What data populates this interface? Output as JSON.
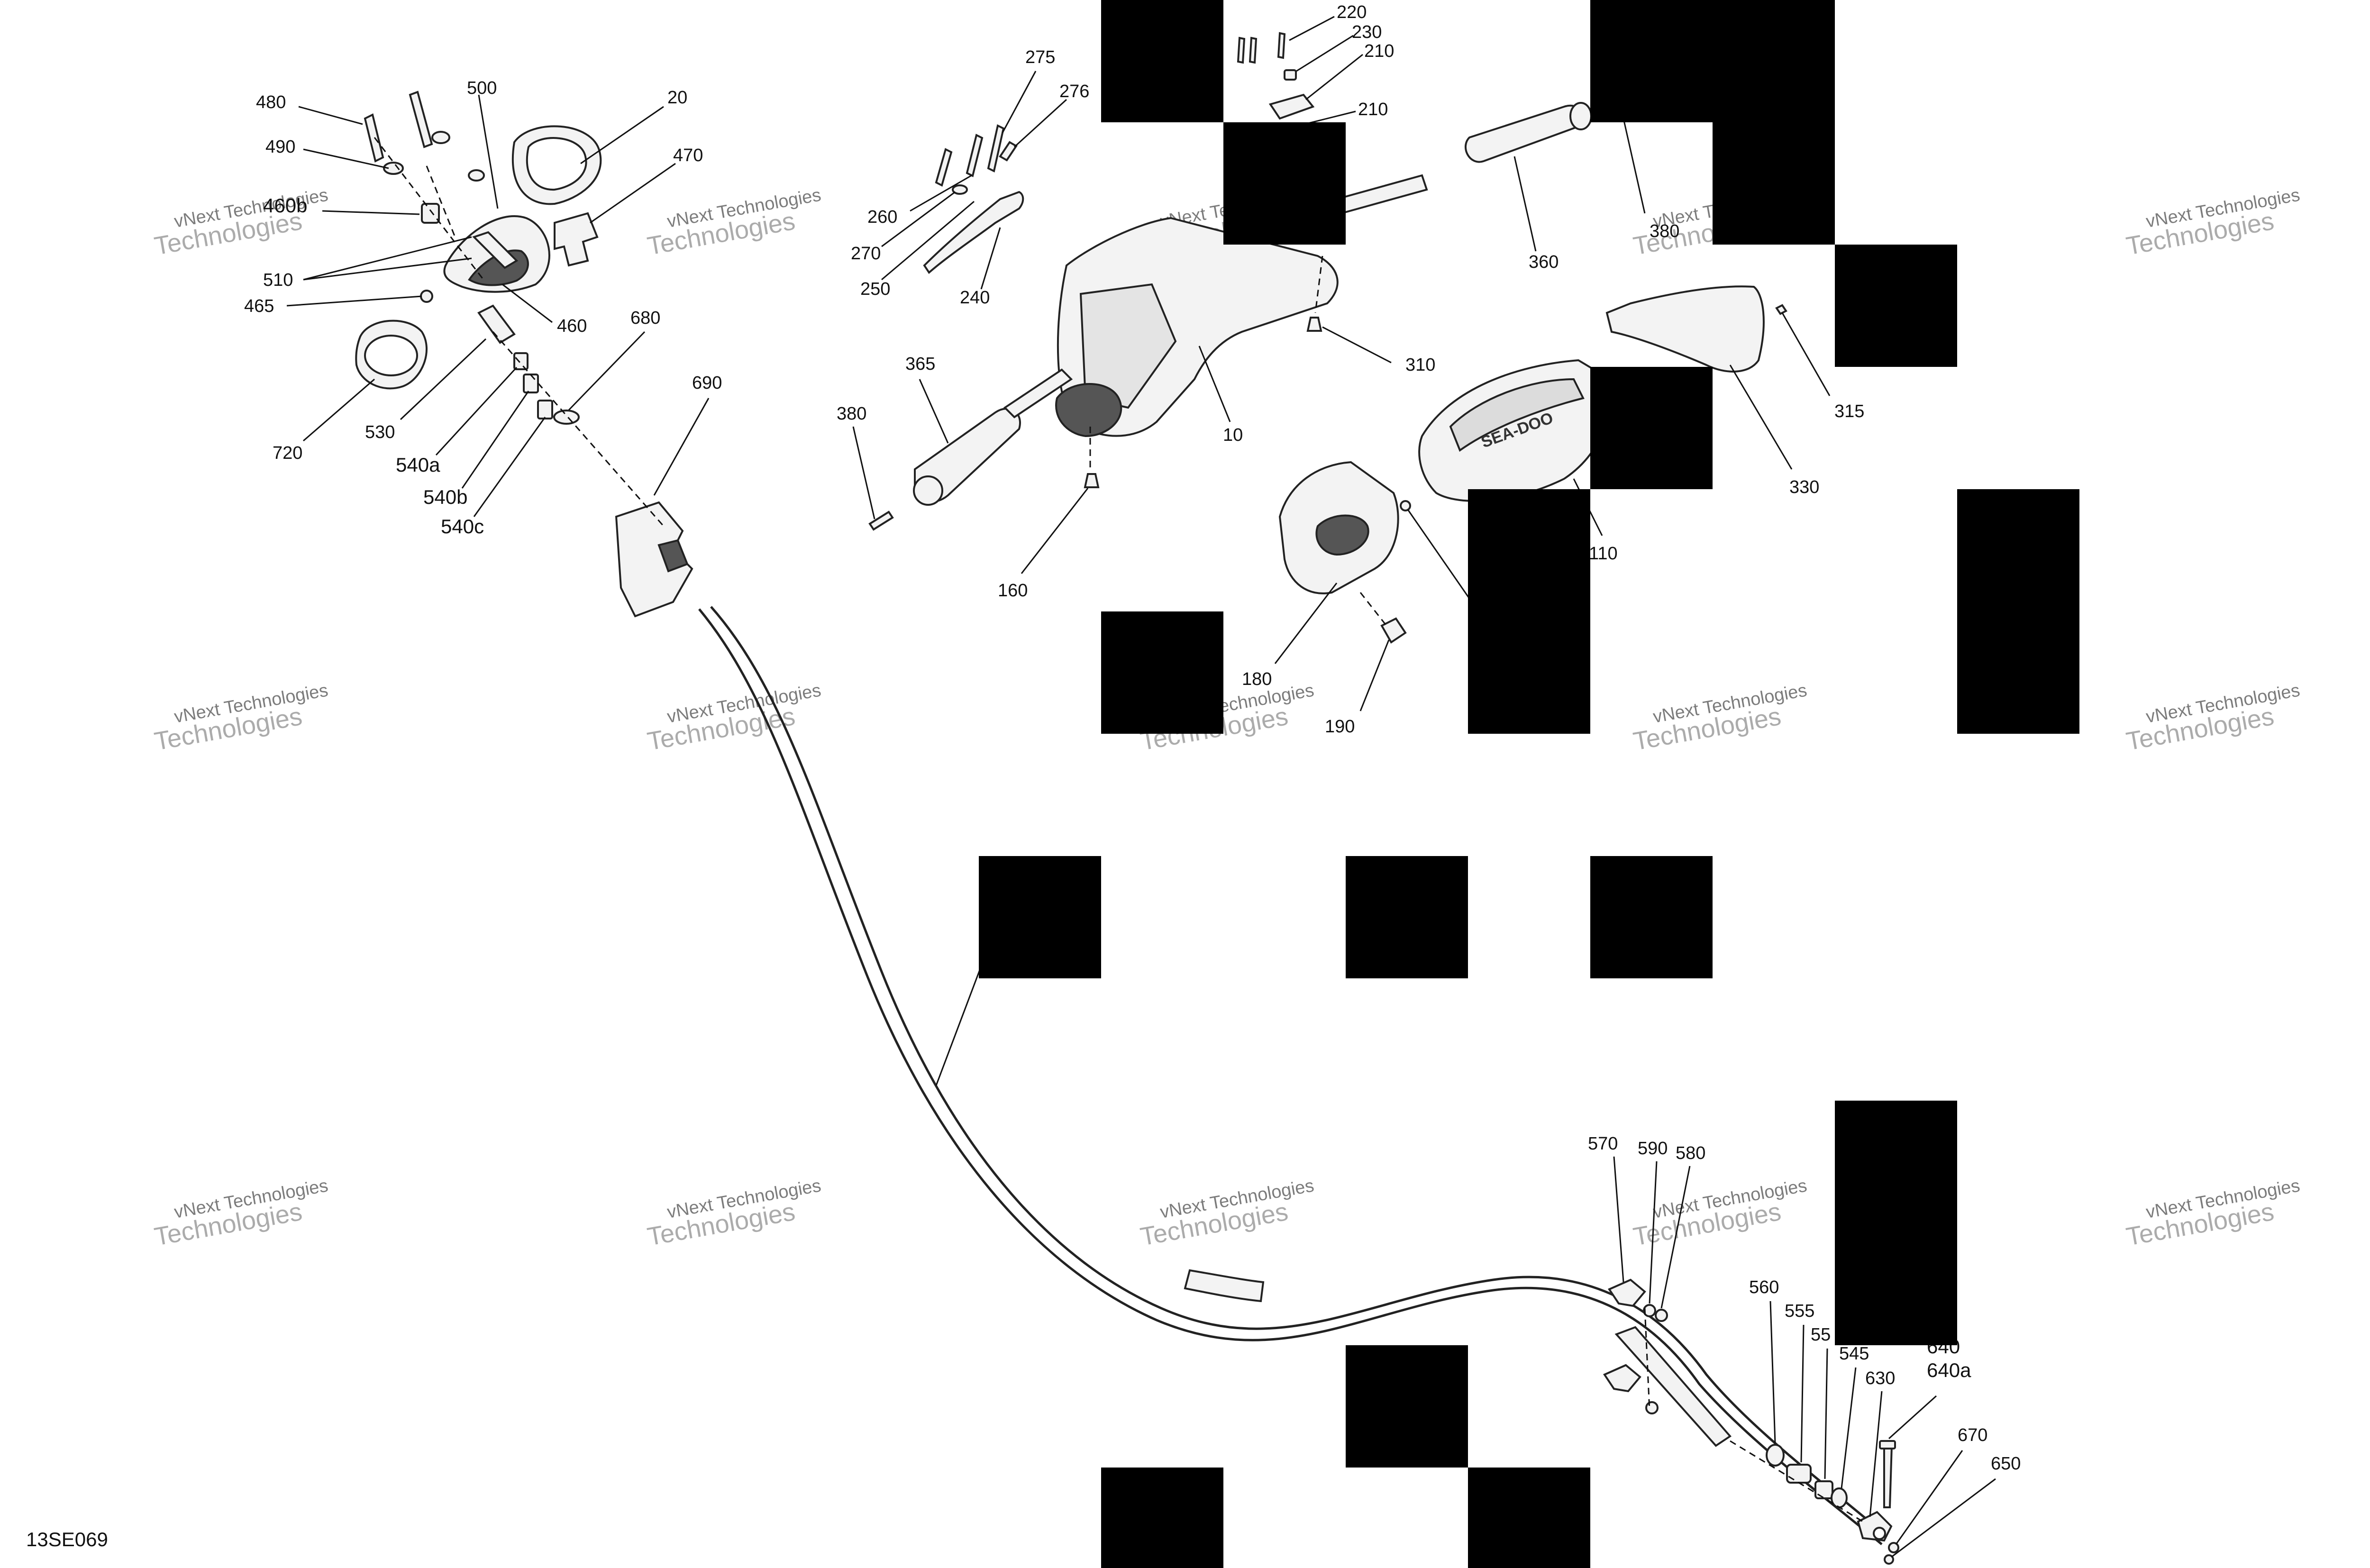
{
  "diagram_code": "13SE069",
  "watermark": {
    "line1": "vNext Technologies",
    "line2": "Technologies"
  },
  "callouts": {
    "c480": "480",
    "c490": "490",
    "c500": "500",
    "c20": "20",
    "c470": "470",
    "c460b": "460b",
    "c510": "510",
    "c465": "465",
    "c460": "460",
    "c720": "720",
    "c530": "530",
    "c540a": "540a",
    "c540b": "540b",
    "c540c": "540c",
    "c680": "680",
    "c690": "690",
    "c275": "275",
    "c276": "276",
    "c260": "260",
    "c270": "270",
    "c250": "250",
    "c240": "240",
    "c220": "220",
    "c230": "230",
    "c210a": "210",
    "c210b": "210",
    "c365": "365",
    "c380a": "380",
    "c160": "160",
    "c10": "10",
    "c310": "310",
    "c360": "360",
    "c380b": "380",
    "c315": "315",
    "c330": "330",
    "c110": "110",
    "c180": "180",
    "c190": "190",
    "c570": "570",
    "c590": "590",
    "c580": "580",
    "c560": "560",
    "c555": "555",
    "c550": "55",
    "c545": "545",
    "c630": "630",
    "c640": "640",
    "c640a": "640a",
    "c670": "670",
    "c650": "650"
  },
  "brand_text": "SEA-DOO",
  "colors": {
    "ink": "#111111",
    "redaction": "#000000",
    "watermark": "#9a9a9a"
  }
}
